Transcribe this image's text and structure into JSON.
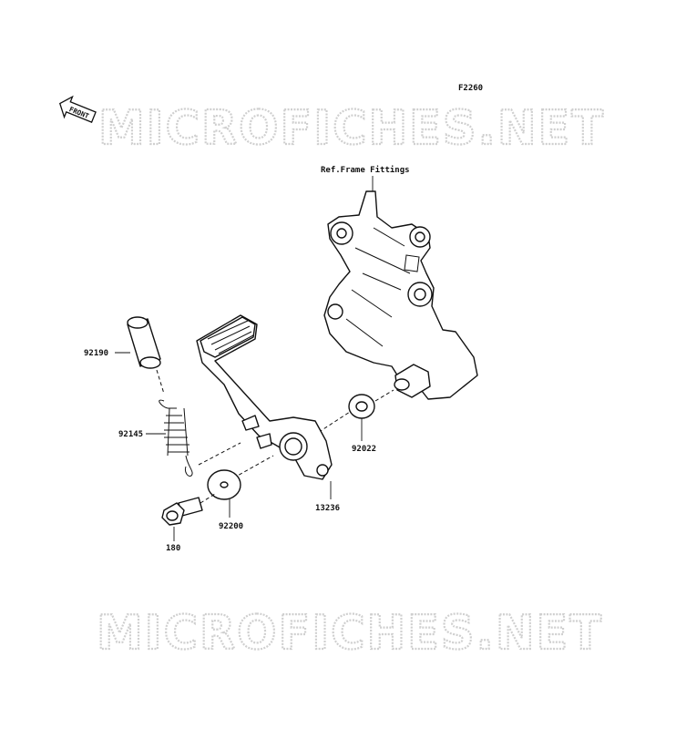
{
  "figure_code": "F2260",
  "front_arrow_text": "FRONT",
  "reference_label": "Ref.Frame Fittings",
  "watermark_text": "MICROFICHES.NET",
  "parts": {
    "cap": "92190",
    "spring": "92145",
    "pedal": "13236",
    "washer_small": "92022",
    "washer_large": "92200",
    "bolt": "180"
  }
}
